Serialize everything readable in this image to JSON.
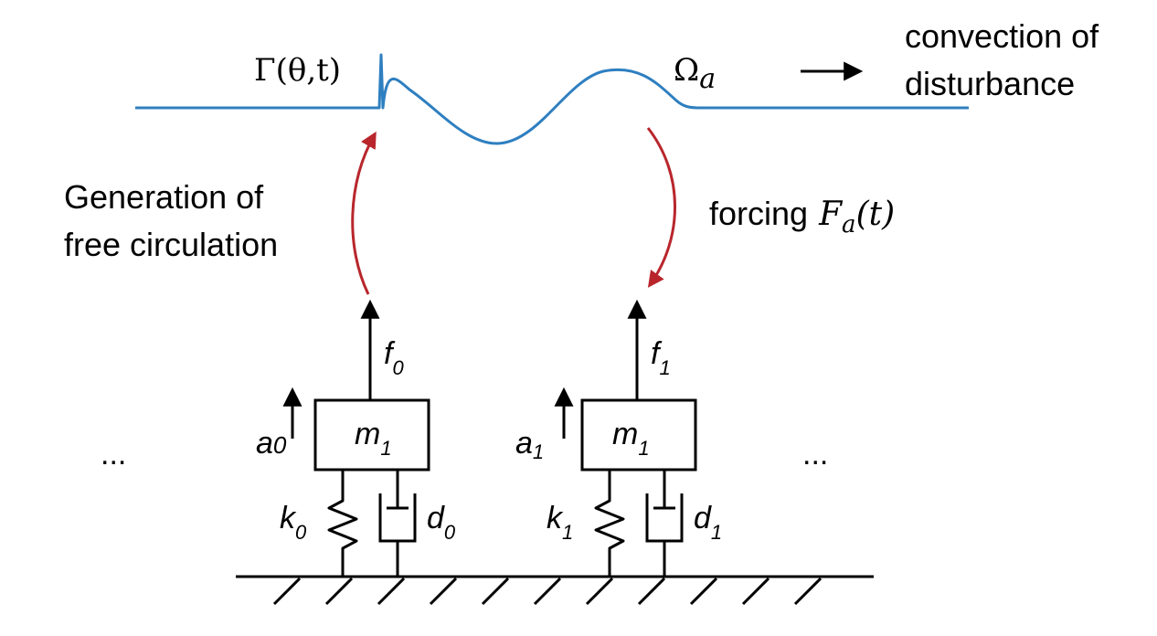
{
  "labels": {
    "circulation": "Γ(θ,t)",
    "omega": "Ω",
    "omega_sub": "a",
    "convection_line1": "convection of",
    "convection_line2": "disturbance",
    "generation_line1": "Generation of",
    "generation_line2": "free circulation",
    "forcing_word": "forcing",
    "forcing_F": "F",
    "forcing_sub": "a",
    "forcing_arg": "(t)",
    "ellipsis_left": "...",
    "ellipsis_right": "..."
  },
  "units": [
    {
      "force_f": "f",
      "force_sub": "0",
      "accel_a": "a",
      "accel_sub": "0",
      "mass_m": "m",
      "mass_sub": "1",
      "spring_k": "k",
      "spring_sub": "0",
      "damper_d": "d",
      "damper_sub": "0"
    },
    {
      "force_f": "f",
      "force_sub": "1",
      "accel_a": "a",
      "accel_sub": "1",
      "mass_m": "m",
      "mass_sub": "1",
      "spring_k": "k",
      "spring_sub": "1",
      "damper_d": "d",
      "damper_sub": "1"
    }
  ],
  "colors": {
    "wave": "#2e7fc0",
    "curved_arrow": "#b8262c",
    "ink": "#000000"
  }
}
